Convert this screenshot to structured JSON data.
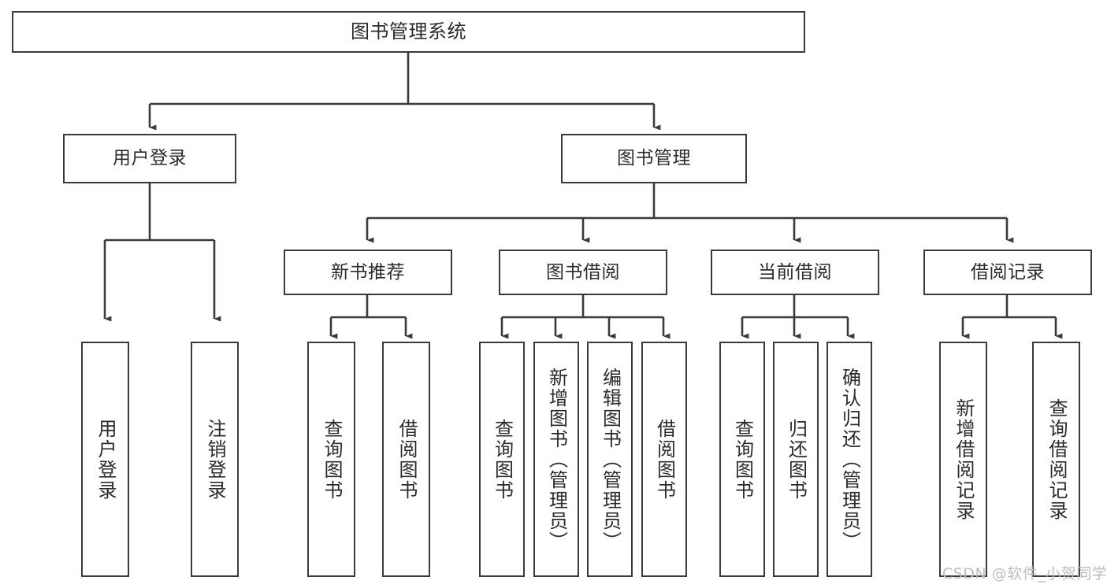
{
  "diagram": {
    "title": "图书管理系统",
    "type": "tree-hierarchy",
    "nodes": {
      "root": {
        "label": "图书管理系统"
      },
      "level2": [
        {
          "id": "user-login",
          "label": "用户登录"
        },
        {
          "id": "book-manage",
          "label": "图书管理"
        }
      ],
      "level3": [
        {
          "id": "new-book-recommend",
          "label": "新书推荐"
        },
        {
          "id": "book-borrow",
          "label": "图书借阅"
        },
        {
          "id": "current-borrow",
          "label": "当前借阅"
        },
        {
          "id": "borrow-record",
          "label": "借阅记录"
        }
      ],
      "leaves": {
        "user_login": [
          {
            "id": "leaf-user-login",
            "label": "用户登录"
          },
          {
            "id": "leaf-logout",
            "label": "注销登录"
          }
        ],
        "new_book_recommend": [
          {
            "id": "leaf-query-book-1",
            "label": "查询图书"
          },
          {
            "id": "leaf-borrow-book-1",
            "label": "借阅图书"
          }
        ],
        "book_borrow": [
          {
            "id": "leaf-query-book-2",
            "label": "查询图书"
          },
          {
            "id": "leaf-add-book",
            "label": "新增图书（管理员）"
          },
          {
            "id": "leaf-edit-book",
            "label": "编辑图书（管理员）"
          },
          {
            "id": "leaf-borrow-book-2",
            "label": "借阅图书"
          }
        ],
        "current_borrow": [
          {
            "id": "leaf-query-book-3",
            "label": "查询图书"
          },
          {
            "id": "leaf-return-book",
            "label": "归还图书"
          },
          {
            "id": "leaf-confirm-return",
            "label": "确认归还（管理员）"
          }
        ],
        "borrow_record": [
          {
            "id": "leaf-add-record",
            "label": "新增借阅记录"
          },
          {
            "id": "leaf-query-record",
            "label": "查询借阅记录"
          }
        ]
      }
    },
    "colors": {
      "stroke": "#3a3a3a",
      "fill": "#ffffff",
      "text": "#2b2b2b",
      "watermark": "#bdbdbd"
    }
  },
  "watermark": {
    "text": "CSDN @软件_小贺同学"
  }
}
